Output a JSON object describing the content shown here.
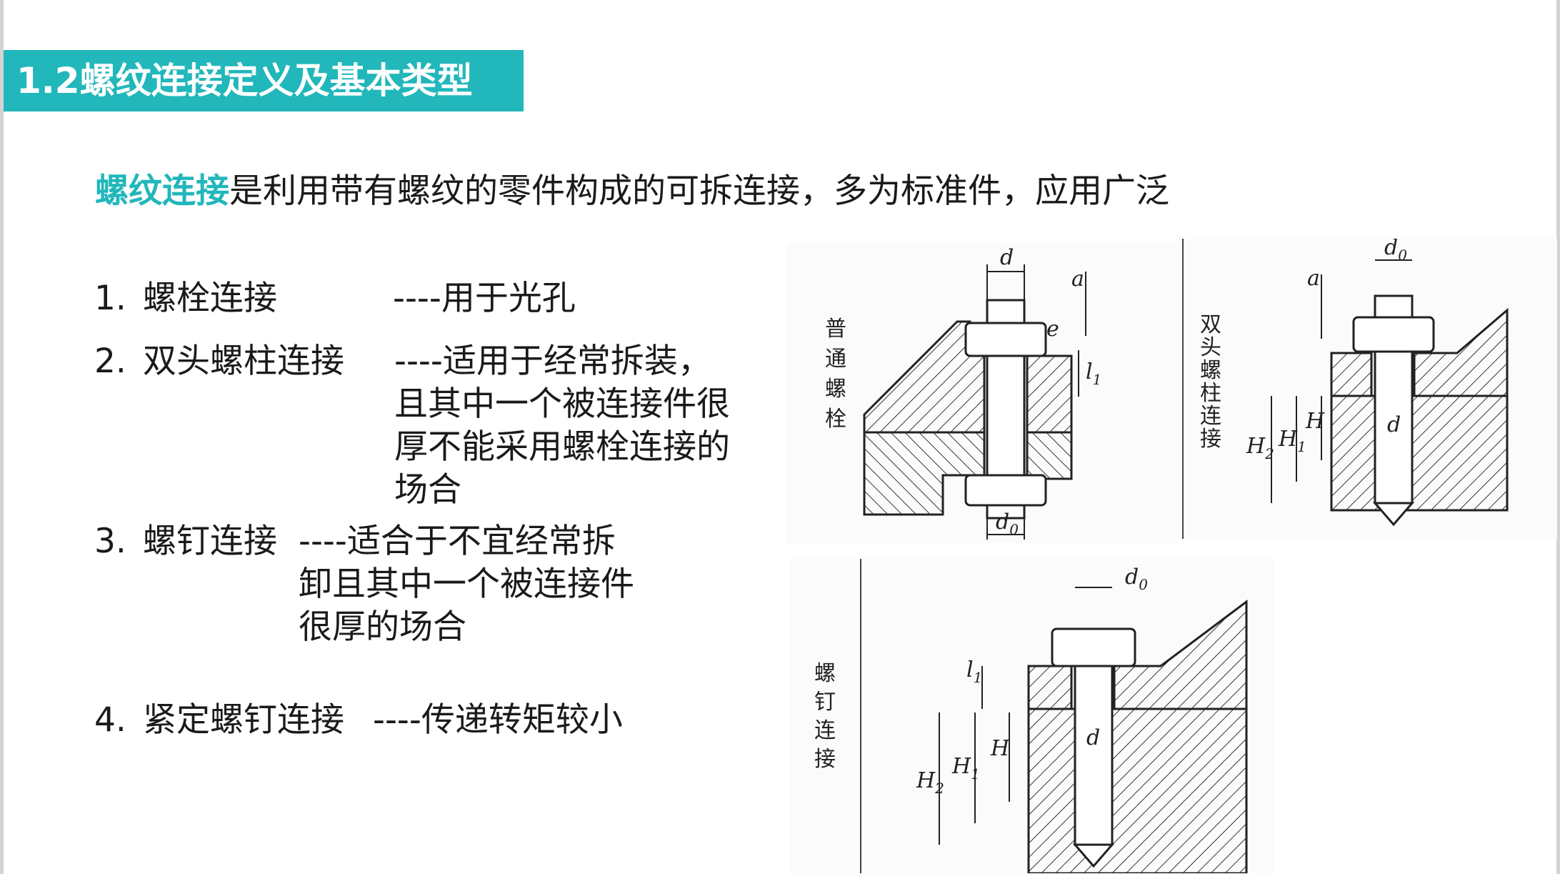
{
  "title": "1.2螺纹连接定义及基本类型",
  "intro": {
    "highlight": "螺纹连接",
    "rest": "是利用带有螺纹的零件构成的可拆连接，多为标准件，应用广泛"
  },
  "items": [
    {
      "number": "1.",
      "label": "螺栓连接",
      "desc_lines": [
        "----用于光孔"
      ]
    },
    {
      "number": "2.",
      "label": "双头螺柱连接",
      "desc_lines": [
        "----适用于经常拆装，",
        "且其中一个被连接件很",
        "厚不能采用螺栓连接的",
        "场合"
      ]
    },
    {
      "number": "3.",
      "label": "螺钉连接",
      "desc_lines": [
        "----适合于不宜经常拆",
        "卸且其中一个被连接件",
        "很厚的场合"
      ]
    },
    {
      "number": "4.",
      "label": "紧定螺钉连接",
      "desc_lines": [
        "----传递转矩较小"
      ]
    }
  ],
  "figures": {
    "bolt": {
      "caption": [
        "普",
        "通",
        "螺",
        "栓"
      ],
      "labels": {
        "d": "d",
        "a": "a",
        "e": "e",
        "l1": "l",
        "l1_sub": "1",
        "d0": "d",
        "d0_sub": "0"
      }
    },
    "stud": {
      "caption": [
        "双",
        "头",
        "螺",
        "柱",
        "连",
        "接"
      ],
      "labels": {
        "a": "a",
        "d0": "d",
        "d0_sub": "0",
        "H2": "H",
        "H2_sub": "2",
        "H1": "H",
        "H1_sub": "1",
        "H": "H",
        "d": "d"
      }
    },
    "screw": {
      "caption": [
        "螺",
        "钉",
        "连",
        "接"
      ],
      "labels": {
        "d0": "d",
        "d0_sub": "0",
        "l1": "l",
        "l1_sub": "1",
        "H2": "H",
        "H2_sub": "2",
        "H1": "H",
        "H1_sub": "1",
        "H": "H",
        "d": "d"
      }
    }
  }
}
